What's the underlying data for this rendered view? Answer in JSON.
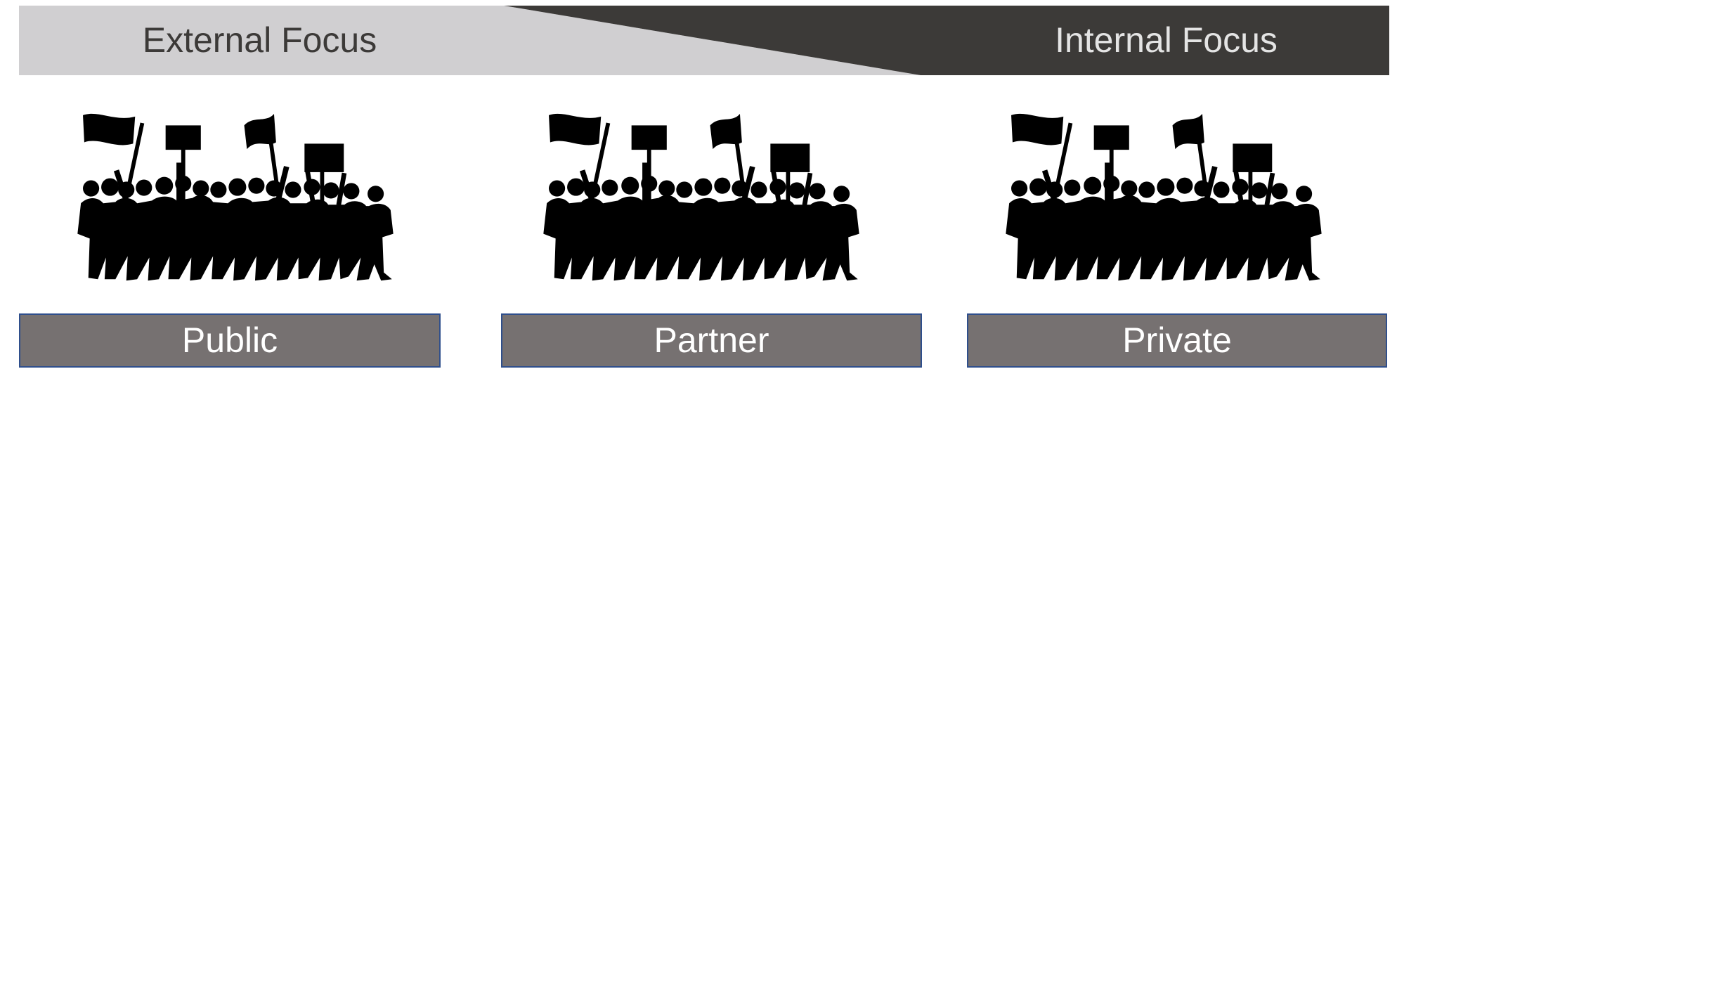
{
  "header": {
    "external_label": "External Focus",
    "internal_label": "Internal Focus",
    "light_color": "#d0cfd1",
    "dark_color": "#3c3a38"
  },
  "categories": [
    {
      "label": "Public"
    },
    {
      "label": "Partner"
    },
    {
      "label": "Private"
    }
  ],
  "category_box_color": "#767171",
  "category_border_color": "#2f4f8c",
  "illustration": "crowd-of-protesters-silhouette"
}
